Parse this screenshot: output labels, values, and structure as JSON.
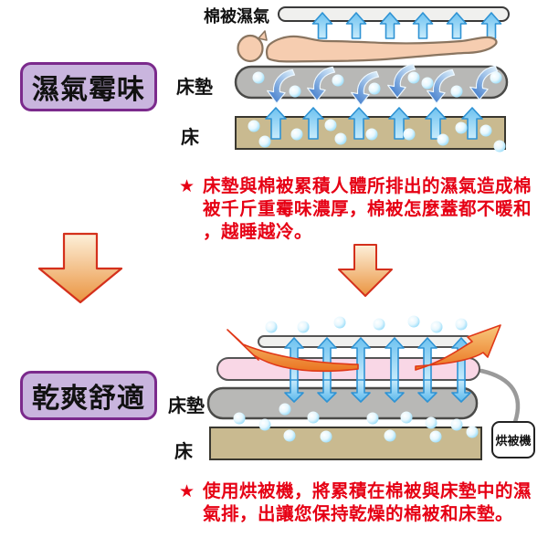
{
  "colors": {
    "badge_fill": "#c9b5de",
    "badge_border": "#7b2a8c",
    "note_red": "#e60014",
    "blue_arrow": "#7cc8f0",
    "hook_arrow_blue": "#2e6ec6",
    "bubble_blue": "#82d5f8",
    "airflow_orange": "#eb7420",
    "transition_arrow_orange": "#eb9740",
    "mattress_gray": "#b8b8b6",
    "bed_tan": "#c9ba90",
    "quilt_white": "#f0f0ee",
    "heater_pad_pink": "#f9d7e6",
    "skin": "#f6cdb0"
  },
  "sections": {
    "before": {
      "badge": "濕氣霉味",
      "quilt_label": "棉被濕氣",
      "mattress_label": "床墊",
      "bed_label": "床",
      "note_star": "★",
      "note_lines": [
        "床墊與棉被累積人體所排出的濕氣造成棉",
        "被千斤重霉味濃厚，棉被怎麼蓋都不暖和",
        "，越睡越冷。"
      ]
    },
    "after": {
      "badge": "乾爽舒適",
      "mattress_label": "床墊",
      "bed_label": "床",
      "dryer_label": "烘被機",
      "note_star": "★",
      "note_lines": [
        "使用烘被機，將累積在棉被與床墊中的濕",
        "氣排，出讓您保持乾燥的棉被和床墊。"
      ]
    }
  }
}
